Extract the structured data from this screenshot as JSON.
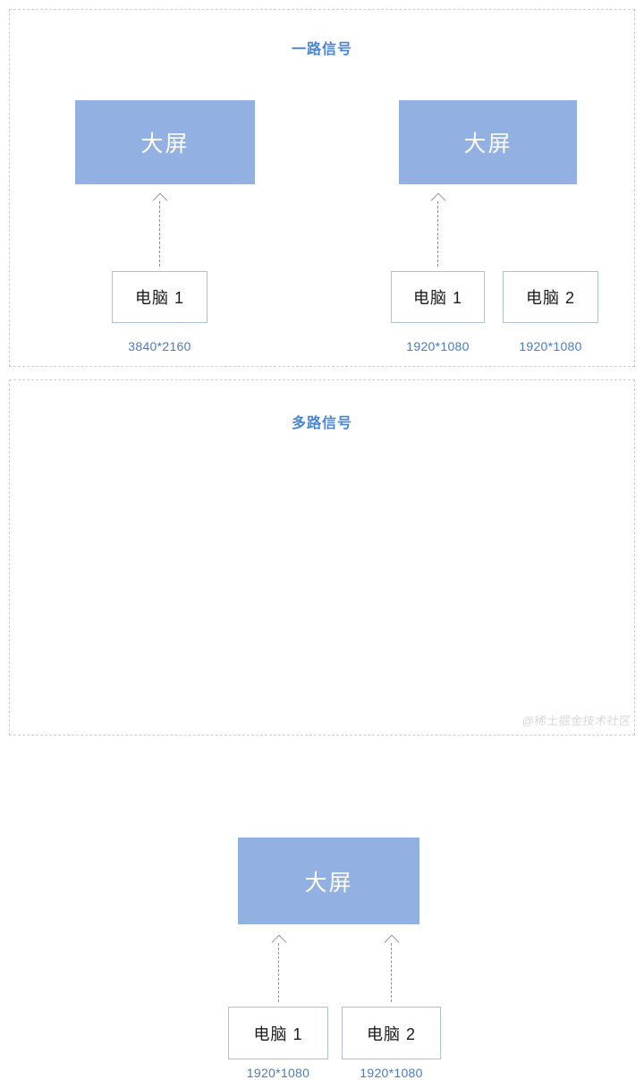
{
  "panels": [
    {
      "id": "single",
      "title": "一路信号",
      "screens": [
        {
          "label": "大屏"
        },
        {
          "label": "大屏"
        }
      ],
      "computers": [
        {
          "label": "电脑 1",
          "resolution": "3840*2160"
        },
        {
          "label": "电脑 1",
          "resolution": "1920*1080"
        },
        {
          "label": "电脑 2",
          "resolution": "1920*1080"
        }
      ]
    },
    {
      "id": "multi",
      "title": "多路信号",
      "screens": [
        {
          "label": "大屏"
        }
      ],
      "computers": [
        {
          "label": "电脑 1",
          "resolution": "1920*1080"
        },
        {
          "label": "电脑 2",
          "resolution": "1920*1080"
        }
      ]
    }
  ],
  "watermark": "@稀土掘金技术社区",
  "colors": {
    "screen_fill": "#93b0e3",
    "screen_text": "#ffffff",
    "title_blue": "#4a86d8",
    "resolution_blue": "#4a7ac6",
    "computer_border": "#a9c1d8",
    "panel_border": "#cfcfcf",
    "arrow_gray": "#8f8f8f",
    "background": "#ffffff"
  }
}
